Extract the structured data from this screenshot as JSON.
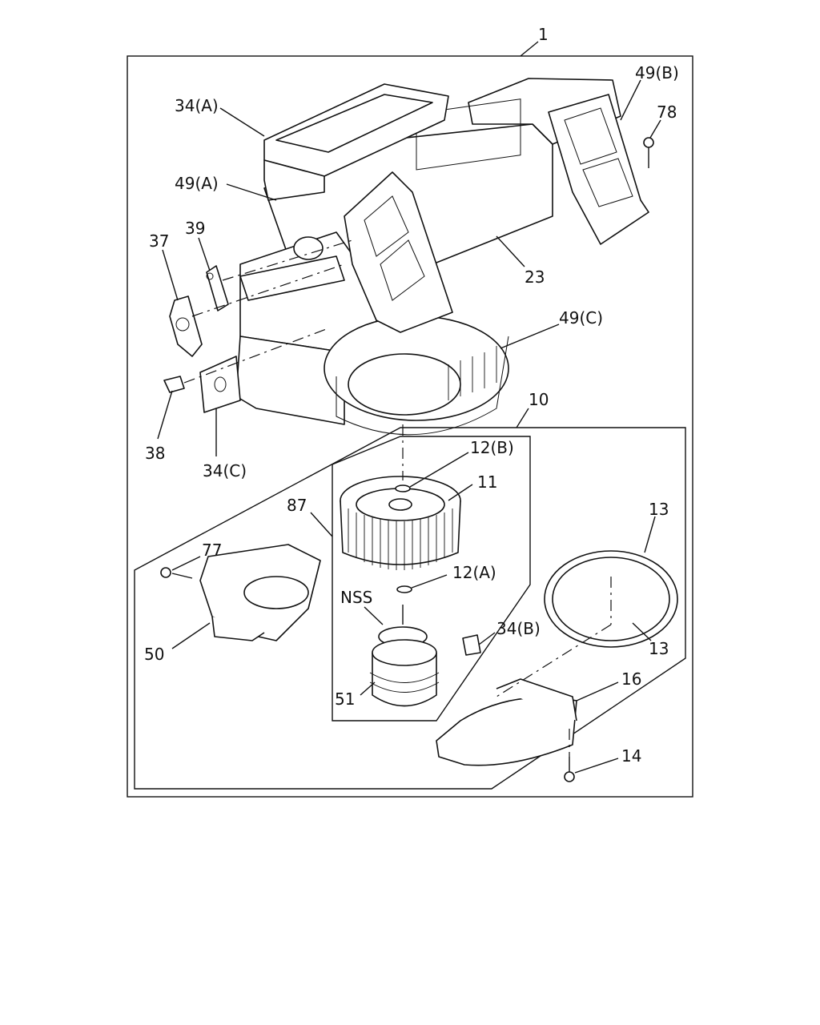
{
  "labels": {
    "l1": "1",
    "l49b": "49(B)",
    "l34a": "34(A)",
    "l78": "78",
    "l49a": "49(A)",
    "l37": "37",
    "l39": "39",
    "l23": "23",
    "l49c": "49(C)",
    "l10": "10",
    "l38": "38",
    "l34c": "34(C)",
    "l12b": "12(B)",
    "l87": "87",
    "l11": "11",
    "l13a": "13",
    "l77": "77",
    "l12a": "12(A)",
    "lnss": "NSS",
    "l34b": "34(B)",
    "l50": "50",
    "l13b": "13",
    "l16": "16",
    "l51": "51",
    "l14": "14"
  }
}
